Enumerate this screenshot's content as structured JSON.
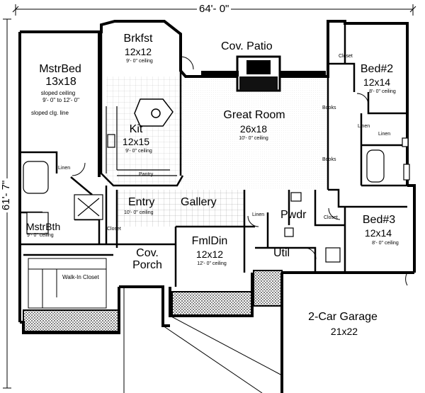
{
  "dimensions": {
    "width": "64'- 0\"",
    "depth": "61'- 7\""
  },
  "rooms": {
    "brkfst": {
      "name": "Brkfst",
      "size": "12x12",
      "ceiling": "9'- 0\" ceiling"
    },
    "cov_patio": {
      "name": "Cov. Patio"
    },
    "mstr_bed": {
      "name": "MstrBed",
      "size": "13x18",
      "ceiling_1": "sloped ceiling",
      "ceiling_2": "9'- 0\" to 12'- 0\"",
      "note": "sloped clg. line"
    },
    "great_room": {
      "name": "Great Room",
      "size": "26x18",
      "ceiling": "10'- 0\" ceiling"
    },
    "kit": {
      "name": "Kit",
      "size": "12x15",
      "ceiling": "9'- 0\" ceiling"
    },
    "bed2": {
      "name": "Bed#2",
      "size": "12x14",
      "ceiling": "8'- 0\" ceiling"
    },
    "bed3": {
      "name": "Bed#3",
      "size": "12x14",
      "ceiling": "8'- 0\" ceiling"
    },
    "entry": {
      "name": "Entry",
      "ceiling": "10'- 0\" ceiling"
    },
    "gallery": {
      "name": "Gallery"
    },
    "mstr_bth": {
      "name": "MstrBth",
      "ceiling": "9'- 0\" ceiling"
    },
    "fml_din": {
      "name": "FmlDin",
      "size": "12x12",
      "ceiling": "12'- 0\" ceiling"
    },
    "pwdr": {
      "name": "Pwdr"
    },
    "util": {
      "name": "Util"
    },
    "cov_porch": {
      "name": "Cov.",
      "name_2": "Porch"
    },
    "garage": {
      "name": "2-Car Garage",
      "size": "21x22"
    }
  },
  "small_labels": {
    "closet_bed2": "Closet",
    "books_1": "Books",
    "books_2": "Books",
    "linen_bed2": "Linen",
    "linen_hall": "Linen",
    "linen_mstr": "Linen",
    "linen_pwdr": "Linen",
    "pantry": "Pantry",
    "closet_entry": "Closet",
    "closet_pwdr": "Closet",
    "walk_in_closet": "Walk-In Closet"
  }
}
